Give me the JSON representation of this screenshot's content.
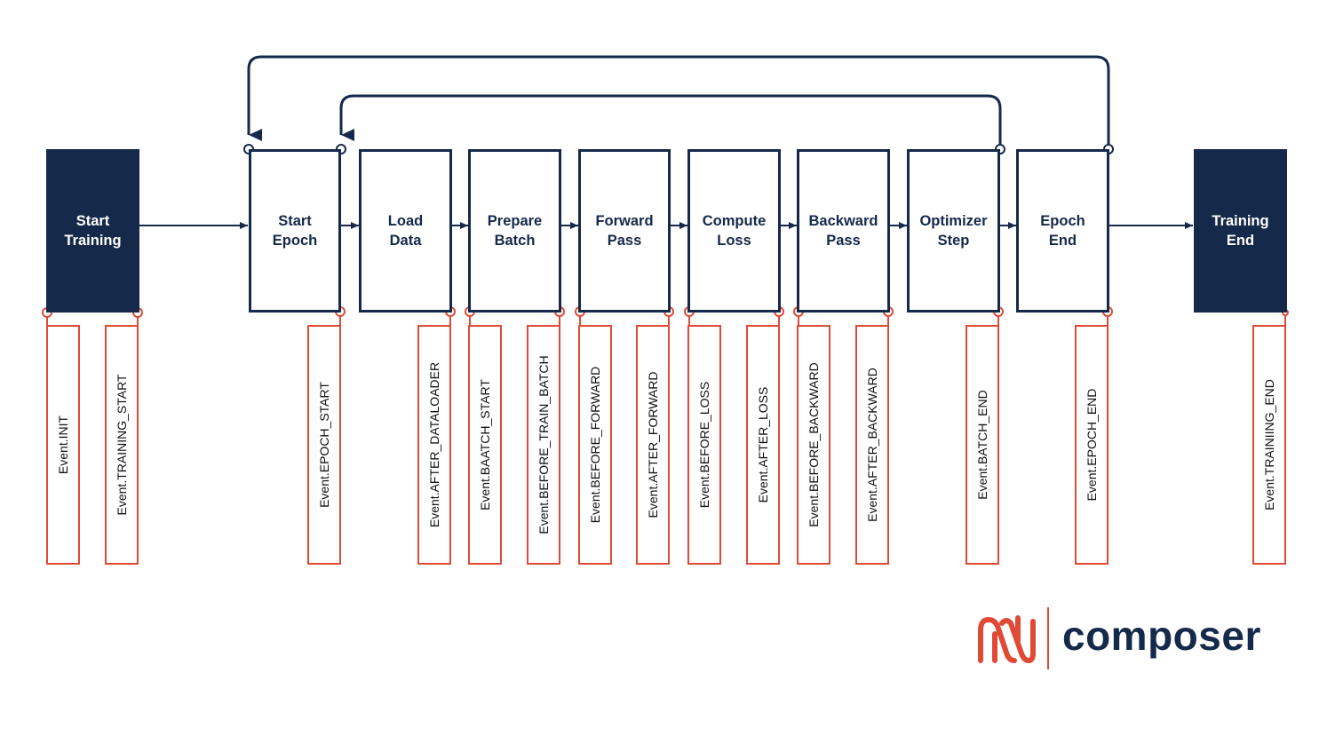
{
  "steps": [
    {
      "id": "start-training",
      "label": "Start\nTraining",
      "terminal": true
    },
    {
      "id": "start-epoch",
      "label": "Start\nEpoch",
      "terminal": false
    },
    {
      "id": "load-data",
      "label": "Load\nData",
      "terminal": false
    },
    {
      "id": "prepare-batch",
      "label": "Prepare\nBatch",
      "terminal": false
    },
    {
      "id": "forward-pass",
      "label": "Forward\nPass",
      "terminal": false
    },
    {
      "id": "compute-loss",
      "label": "Compute\nLoss",
      "terminal": false
    },
    {
      "id": "backward-pass",
      "label": "Backward\nPass",
      "terminal": false
    },
    {
      "id": "optimizer-step",
      "label": "Optimizer\nStep",
      "terminal": false
    },
    {
      "id": "epoch-end",
      "label": "Epoch\nEnd",
      "terminal": false
    },
    {
      "id": "training-end",
      "label": "Training\nEnd",
      "terminal": true
    }
  ],
  "events": [
    {
      "label": "Event.INIT"
    },
    {
      "label": "Event.TRAINING_START"
    },
    {
      "label": "Event.EPOCH_START"
    },
    {
      "label": "Event.AFTER_DATALOADER"
    },
    {
      "label": "Event.BAATCH_START"
    },
    {
      "label": "Event.BEFORE_TRAIN_BATCH"
    },
    {
      "label": "Event.BEFORE_FORWARD"
    },
    {
      "label": "Event.AFTER_FORWARD"
    },
    {
      "label": "Event.BEFORE_LOSS"
    },
    {
      "label": "Event.AFTER_LOSS"
    },
    {
      "label": "Event.BEFORE_BACKWARD"
    },
    {
      "label": "Event.AFTER_BACKWARD"
    },
    {
      "label": "Event.BATCH_END"
    },
    {
      "label": "Event.EPOCH_END"
    },
    {
      "label": "Event.TRAINIING_END"
    }
  ],
  "loops": [
    {
      "from": "optimizer-step",
      "to": "start-epoch"
    },
    {
      "from": "epoch-end",
      "to": "start-epoch"
    }
  ],
  "brand": {
    "name": "composer",
    "logo_icon": "composer-logo-icon"
  },
  "colors": {
    "navy": "#15294a",
    "accent": "#e04a35"
  }
}
